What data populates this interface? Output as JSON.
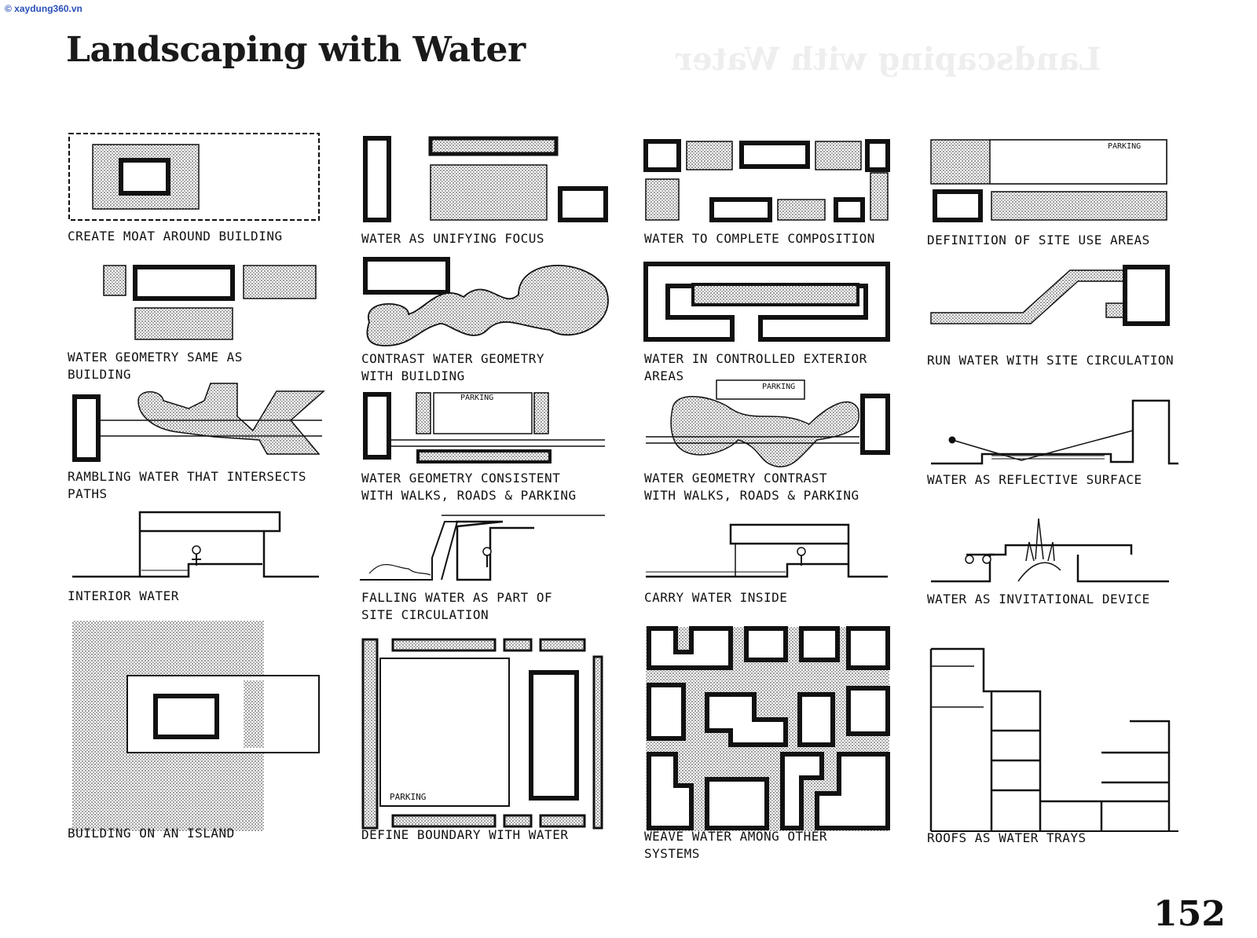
{
  "watermark": "© xaydung360.vn",
  "title": "Landscaping with Water",
  "page_number": "152",
  "captions": [
    "CREATE MOAT AROUND BUILDING",
    "WATER AS UNIFYING FOCUS",
    "WATER TO COMPLETE COMPOSITION",
    "DEFINITION OF SITE USE AREAS",
    "WATER GEOMETRY SAME AS\nBUILDING",
    "CONTRAST WATER GEOMETRY\nWITH BUILDING",
    "WATER IN CONTROLLED EXTERIOR\nAREAS",
    "RUN WATER WITH SITE CIRCULATION",
    "RAMBLING WATER THAT INTERSECTS\nPATHS",
    "WATER GEOMETRY CONSISTENT\nWITH WALKS, ROADS & PARKING",
    "WATER GEOMETRY CONTRAST\nWITH WALKS, ROADS & PARKING",
    "WATER AS REFLECTIVE SURFACE",
    "INTERIOR WATER",
    "FALLING WATER AS PART OF\nSITE CIRCULATION",
    "CARRY WATER INSIDE",
    "WATER AS INVITATIONAL DEVICE",
    "BUILDING ON AN ISLAND",
    "DEFINE BOUNDARY WITH WATER",
    "WEAVE WATER AMONG OTHER\nSYSTEMS",
    "ROOFS AS WATER TRAYS"
  ],
  "labels": {
    "parking": "PARKING"
  }
}
